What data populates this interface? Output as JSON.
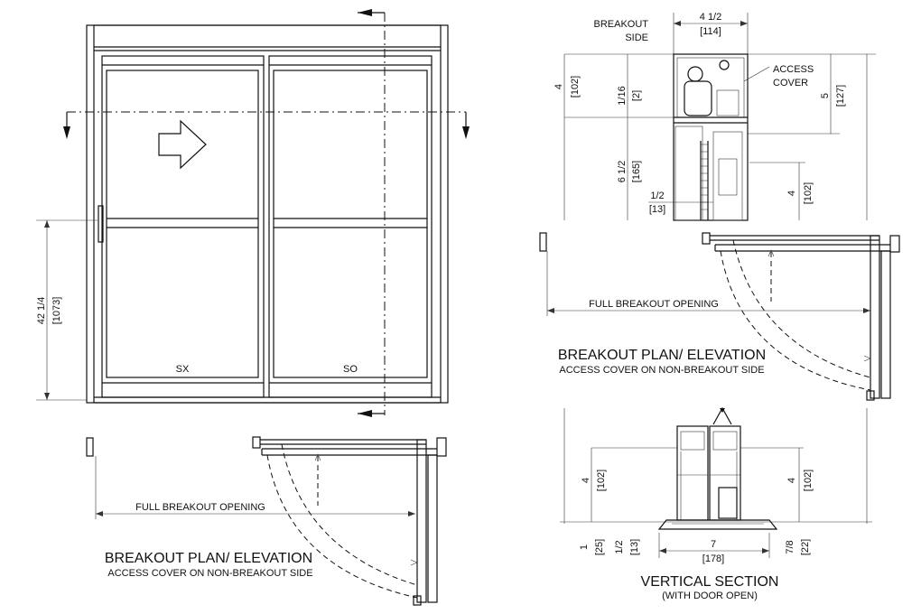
{
  "elevation": {
    "leaf_left": "SX",
    "leaf_right": "SO",
    "height_in": "42 1/4",
    "height_mm": "[1073]"
  },
  "plan_left": {
    "opening": "FULL BREAKOUT OPENING",
    "title": "BREAKOUT PLAN/ ELEVATION",
    "subtitle": "ACCESS COVER ON NON-BREAKOUT SIDE"
  },
  "plan_right": {
    "opening": "FULL BREAKOUT OPENING",
    "title": "BREAKOUT PLAN/ ELEVATION",
    "subtitle": "ACCESS COVER ON NON-BREAKOUT SIDE"
  },
  "header_section": {
    "breakout_1": "BREAKOUT",
    "breakout_2": "SIDE",
    "width_in": "4 1/2",
    "width_mm": "[114]",
    "cover_1": "ACCESS",
    "cover_2": "COVER",
    "d_top_in": "4",
    "d_top_mm": "[102]",
    "d_gap_in": "1/16",
    "d_gap_mm": "[2]",
    "d_mid_in": "6 1/2",
    "d_mid_mm": "[165]",
    "d_half_in": "1/2",
    "d_half_mm": "[13]",
    "d_right_in": "5",
    "d_right_mm": "[127]",
    "d_right2_in": "4",
    "d_right2_mm": "[102]"
  },
  "vertical_section": {
    "title": "VERTICAL SECTION",
    "subtitle": "(WITH DOOR OPEN)",
    "left_in": "4",
    "left_mm": "[102]",
    "right_in": "4",
    "right_mm": "[102]",
    "b1_in": "1",
    "b1_mm": "[25]",
    "b2_in": "1/2",
    "b2_mm": "[13]",
    "width_in": "7",
    "width_mm": "[178]",
    "b3_in": "7/8",
    "b3_mm": "[22]"
  }
}
